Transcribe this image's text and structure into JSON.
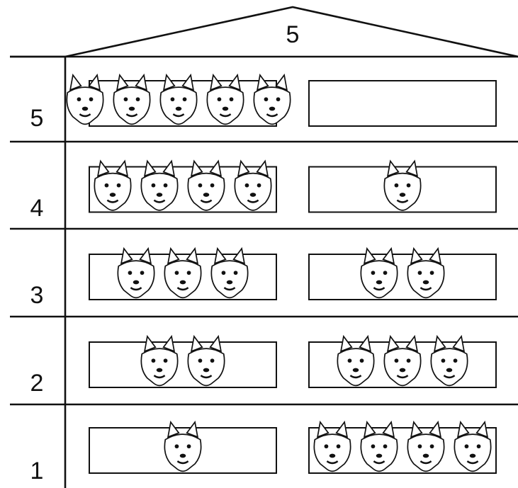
{
  "roof_number": "5",
  "floors": [
    {
      "number": "5",
      "left_count": 5,
      "right_count": 0
    },
    {
      "number": "4",
      "left_count": 4,
      "right_count": 1
    },
    {
      "number": "3",
      "left_count": 3,
      "right_count": 2
    },
    {
      "number": "2",
      "left_count": 2,
      "right_count": 3
    },
    {
      "number": "1",
      "left_count": 1,
      "right_count": 4
    }
  ],
  "icons": {
    "animal": "wolf-head-icon"
  }
}
